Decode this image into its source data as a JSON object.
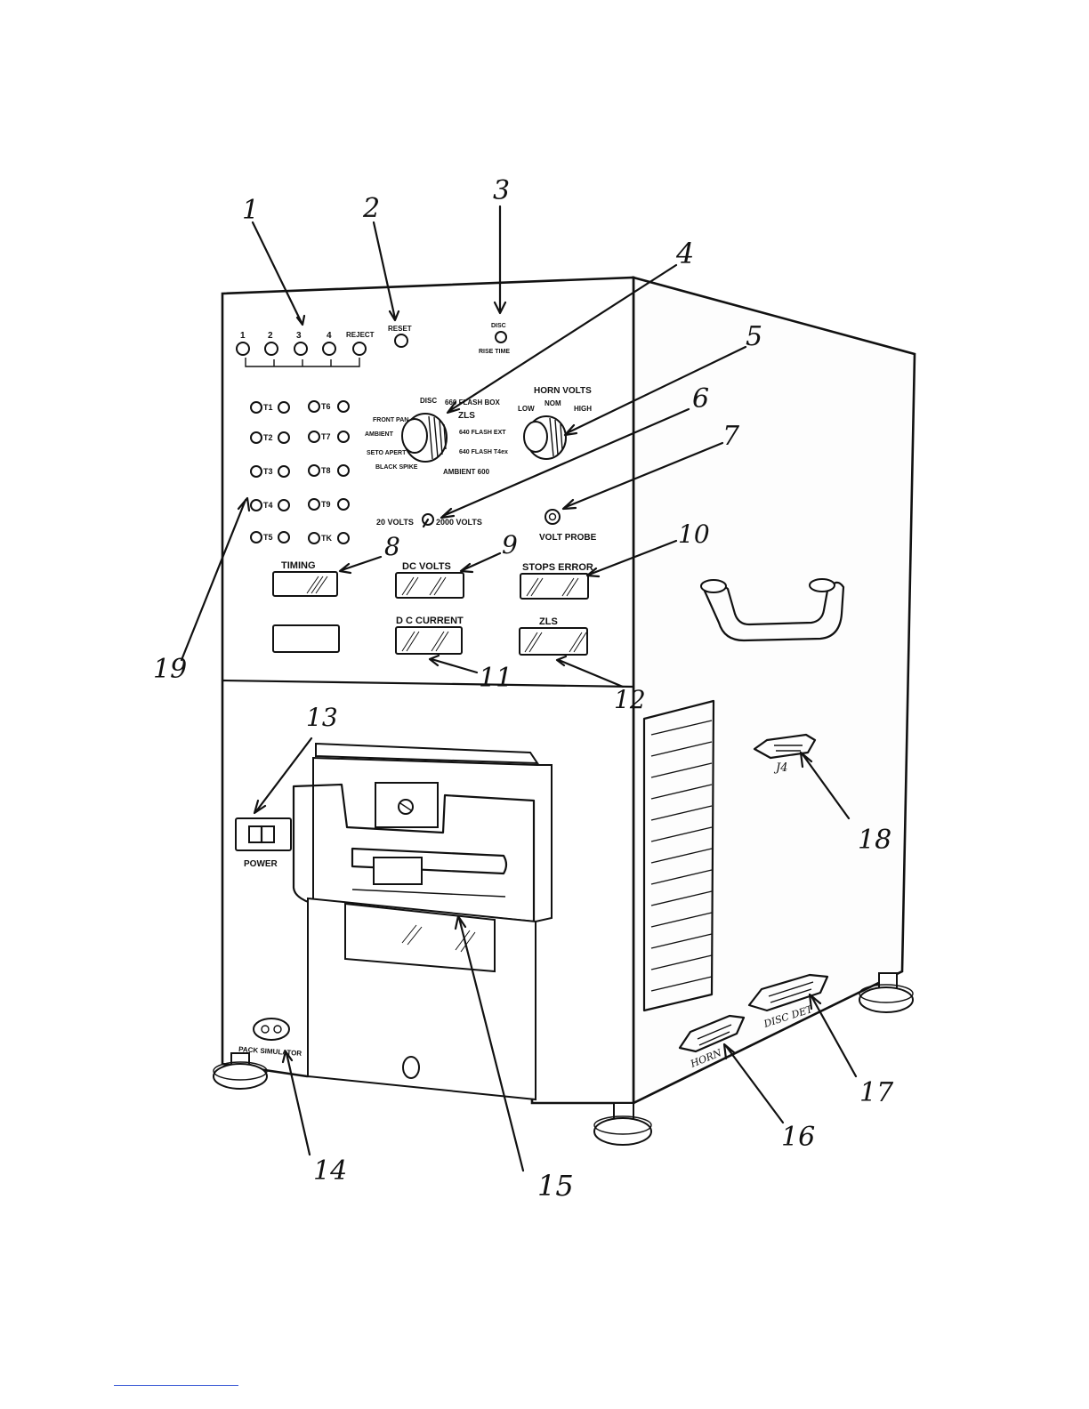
{
  "callouts": {
    "c1": "1",
    "c2": "2",
    "c3": "3",
    "c4": "4",
    "c5": "5",
    "c6": "6",
    "c7": "7",
    "c8": "8",
    "c9": "9",
    "c10": "10",
    "c11": "11",
    "c12": "12",
    "c13": "13",
    "c14": "14",
    "c15": "15",
    "c16": "16",
    "c17": "17",
    "c18": "18",
    "c19": "19"
  },
  "top_panel": {
    "led_numbers": [
      "1",
      "2",
      "3",
      "4"
    ],
    "reject": "REJECT",
    "reset": "RESET",
    "disc": "DISC",
    "rise_time": "RISE TIME"
  },
  "test_leds": {
    "left": [
      "T1",
      "T2",
      "T3",
      "T4",
      "T5"
    ],
    "right": [
      "T6",
      "T7",
      "T8",
      "T9",
      "TK"
    ]
  },
  "mode_selector": {
    "disc": "DISC",
    "flash_top": "660 FLASH BOX",
    "zls": "ZLS",
    "flash_ext": "640 FLASH EXT",
    "flash_tube": "640 FLASH T4ex",
    "ambient_600": "AMBIENT 600",
    "black_spike": "BLACK SPIKE",
    "seto_apert": "SETO APERT",
    "ambient": "AMBIENT",
    "front_pan": "FRONT PAN"
  },
  "horn_selector": {
    "title": "HORN VOLTS",
    "low": "LOW",
    "nom": "NOM",
    "high": "HIGH"
  },
  "range_switch": {
    "low": "20 VOLTS",
    "high": "2000 VOLTS"
  },
  "volt_probe": "VOLT PROBE",
  "displays": {
    "timing": "TIMING",
    "dc_volts": "DC VOLTS",
    "stops_error": "STOPS ERROR",
    "dc_current": "D C CURRENT",
    "zls": "ZLS"
  },
  "power": "POWER",
  "pack_simulator": "PACK SIMULATOR",
  "connectors": {
    "j4": "J4",
    "horn": "HORN",
    "disc_det": "DISC DET"
  }
}
